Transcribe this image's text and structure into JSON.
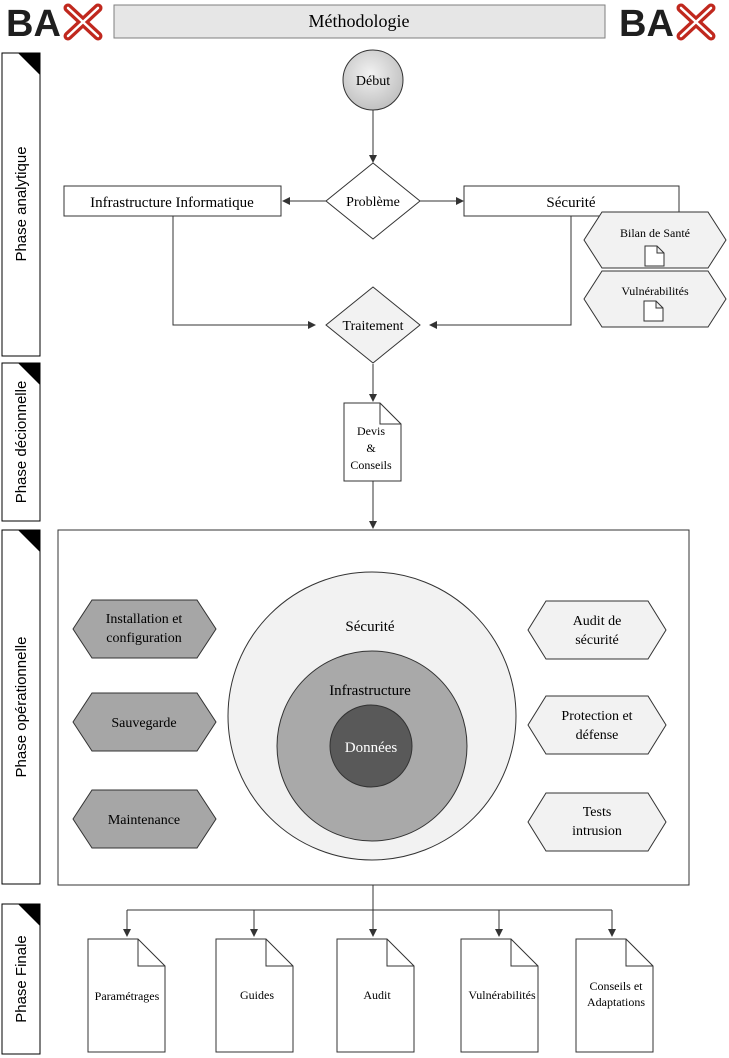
{
  "header": {
    "logo_text": "BA",
    "title": "Méthodologie"
  },
  "lanes": {
    "analytique": "Phase analytique",
    "decisionnelle": "Phase décionnelle",
    "operationnelle": "Phase opérationnelle",
    "finale": "Phase Finale"
  },
  "flow": {
    "debut": "Début",
    "probleme": "Problème",
    "infrastructure": "Infrastructure Informatique",
    "securite": "Sécurité",
    "bilan": "Bilan de Santé",
    "vulnerabilites": "Vulnérabilités",
    "traitement": "Traitement",
    "devis": [
      "Devis",
      "&",
      "Conseils"
    ]
  },
  "operational": {
    "left": [
      [
        "Installation et",
        "configuration"
      ],
      [
        "Sauvegarde"
      ],
      [
        "Maintenance"
      ]
    ],
    "right": [
      [
        "Audit de",
        "sécurité"
      ],
      [
        "Protection et",
        "défense"
      ],
      [
        "Tests",
        "intrusion"
      ]
    ],
    "circles": {
      "outer": "Sécurité",
      "middle": "Infrastructure",
      "inner": "Données"
    }
  },
  "outputs": [
    [
      "Paramétrages"
    ],
    [
      "Guides"
    ],
    [
      "Audit"
    ],
    [
      "Vulnérabilités"
    ],
    [
      "Conseils et",
      "Adaptations"
    ]
  ],
  "colors": {
    "logo_x": "#c0281e",
    "dark_hex": "#a6a6a6",
    "light_fill": "#f2f2f2",
    "circle_outer": "#f2f2f2",
    "circle_middle": "#a9a9a9",
    "circle_inner": "#595959"
  }
}
